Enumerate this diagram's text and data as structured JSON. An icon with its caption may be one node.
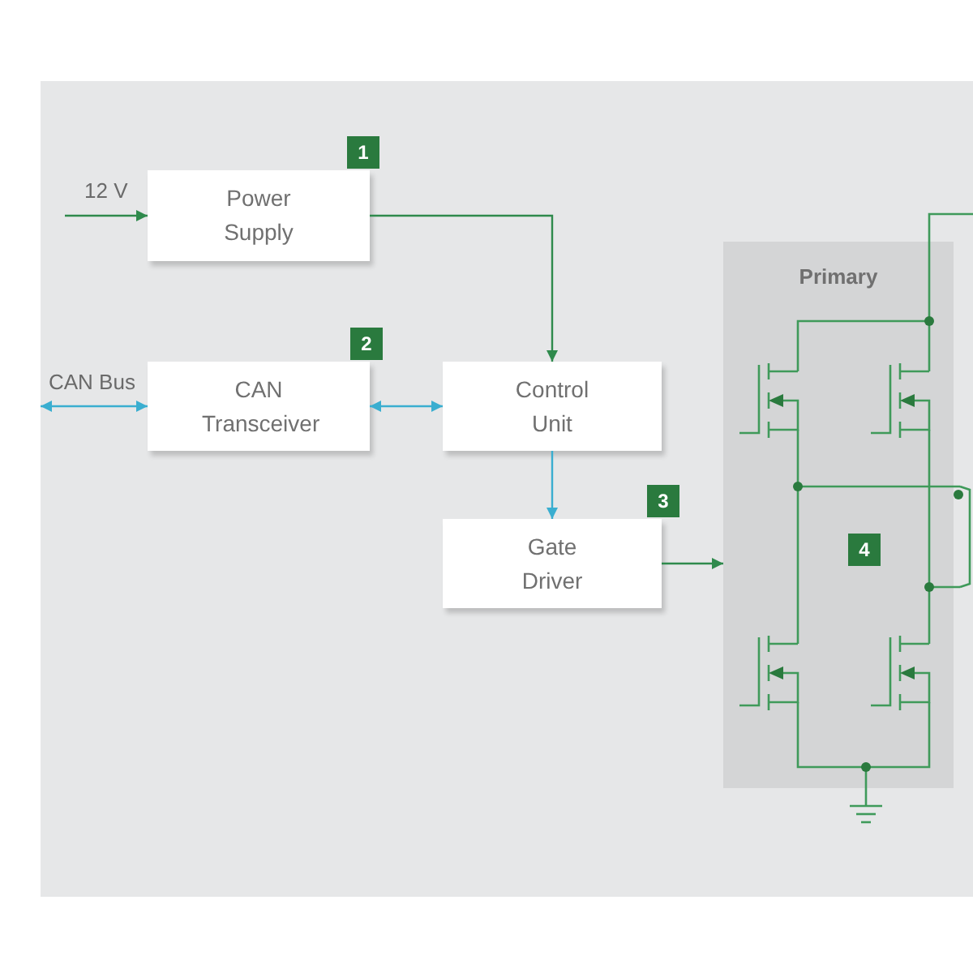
{
  "diagram": {
    "nodes": [
      {
        "text": [
          "Power Supply"
        ],
        "beside": [
          "1"
        ]
      },
      {
        "text": [
          "CAN Transceiver"
        ],
        "beside": [
          "2"
        ]
      },
      {
        "text": [
          "Control Unit"
        ]
      },
      {
        "text": [
          "Gate Driver"
        ],
        "beside": [
          "3"
        ]
      },
      {
        "text": [
          "Primary",
          "4"
        ]
      }
    ],
    "edges": [
      {
        "from": null,
        "to": 0,
        "arrow": "to",
        "label": "12 V",
        "color": "#2f8a4c"
      },
      {
        "from": null,
        "to": 1,
        "arrow": "both",
        "label": "CAN Bus",
        "color": "#3aaed0"
      },
      {
        "from": 1,
        "to": 2,
        "arrow": "both",
        "color": "#3aaed0"
      },
      {
        "from": 0,
        "to": 2,
        "arrow": "to",
        "color": "#2f8a4c"
      },
      {
        "from": 2,
        "to": 3,
        "arrow": "to",
        "color": "#3aaed0"
      },
      {
        "from": 3,
        "to": 4,
        "arrow": "to",
        "color": "#2f8a4c"
      }
    ]
  }
}
